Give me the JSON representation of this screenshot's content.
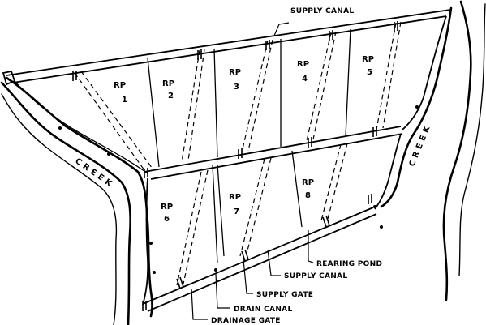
{
  "labels": {
    "supply_canal_top": "SUPPLY CANAL",
    "creek_left": "CREEK",
    "creek_right": "CREEK",
    "rearing_pond": "REARING POND",
    "supply_canal_bottom": "SUPPLY CANAL",
    "supply_gate": "SUPPLY GATE",
    "drain_canal": "DRAIN CANAL",
    "drainage_gate": "DRAINAGE GATE"
  },
  "ponds": [
    {
      "rp": "RP",
      "num": "1"
    },
    {
      "rp": "RP",
      "num": "2"
    },
    {
      "rp": "RP",
      "num": "3"
    },
    {
      "rp": "RP",
      "num": "4"
    },
    {
      "rp": "RP",
      "num": "5"
    },
    {
      "rp": "RP",
      "num": "6"
    },
    {
      "rp": "RP",
      "num": "7"
    },
    {
      "rp": "RP",
      "num": "8"
    }
  ]
}
